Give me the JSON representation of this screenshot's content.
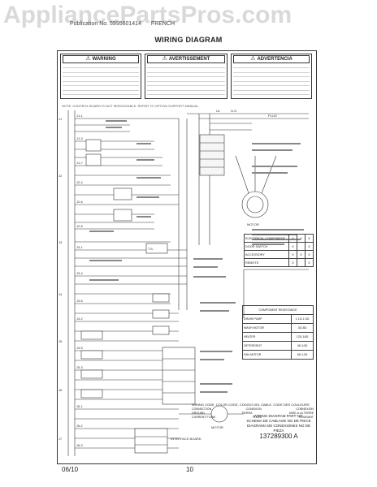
{
  "watermark": "AppliancePartsPros.com",
  "header": {
    "left": "Publication No. 5995601414",
    "right": "FRENCH"
  },
  "title": "WIRING DIAGRAM",
  "warnings": [
    {
      "label": "WARNING",
      "lang": "en"
    },
    {
      "label": "AVERTISSEMENT",
      "lang": "fr"
    },
    {
      "label": "ADVERTENCIA",
      "lang": "es"
    }
  ],
  "service_note": "NOTE: CONTROL BOARD IS NOT SERVICEABLE. REFER TO OPTION SUPPORT MANUAL.",
  "connector_labels": [
    "J1",
    "J2",
    "J3",
    "J4",
    "J5",
    "J6",
    "J7"
  ],
  "pin_labels": [
    "J1-1",
    "J1-3",
    "J1-7",
    "J2-4",
    "J2-6",
    "J2-8",
    "J3-1",
    "J3-4",
    "J3-6",
    "J4-2",
    "J4-5",
    "J5-3",
    "J6-1",
    "J6-2",
    "J6-3"
  ],
  "components": {
    "motor_upper": "MOTOR",
    "motor_lower": "MOTOR",
    "thermostat": "T.S.",
    "switch_row_a": "UL",
    "switch_row_b": "N.O.",
    "plug": "PLUG",
    "interface": "INTERFACE BOARD"
  },
  "elec_table": {
    "rows": [
      {
        "label": "ELECTRICAL COMPONENT",
        "c1": "X",
        "c2": "X",
        "c3": "X"
      },
      {
        "label": "DOOR SWITCH",
        "c1": "X",
        "c2": "",
        "c3": "X"
      },
      {
        "label": "ACCESSORY",
        "c1": "X",
        "c2": "X",
        "c3": "X"
      },
      {
        "label": "REMOTE",
        "c1": "X",
        "c2": "",
        "c3": "X"
      }
    ]
  },
  "comp_table": {
    "title": "COMPONENT RESISTANCE",
    "rows": [
      {
        "label": "DRAIN PUMP",
        "value": "1.1Ω-1.5Ω"
      },
      {
        "label": "WASH MOTOR",
        "value": "3Ω-8Ω"
      },
      {
        "label": "HEATER",
        "value": "12Ω-18Ω"
      },
      {
        "label": "DETERGENT",
        "value": "4Ω-10Ω"
      },
      {
        "label": "FAN MOTOR",
        "value": "5Ω-12Ω"
      }
    ]
  },
  "legend": {
    "title": "WIRING CODE, COLOR CODE, CODIGO DEL CABLE, CODE DES COULEURS",
    "rows": [
      {
        "a": "CONNECTION",
        "b": "CONEXION",
        "c": "CONNEXION"
      },
      {
        "a": "GROUND",
        "b": "TIERRA",
        "c": "MISE A LA TERRE"
      },
      {
        "a": "CURRENT FLOW",
        "b": "FLUJO",
        "c": "COURANT"
      }
    ]
  },
  "part_number": {
    "label_en": "WIRING DIAGRAM PART NO.",
    "label_fr": "SCHEMA DE CABLAGE NO DE PIECE",
    "label_es": "DIAGRAMA DE CONEXIONES NO DE PIEZA",
    "number": "137289300 A"
  },
  "footer": {
    "date": "06/10",
    "page": "10"
  }
}
